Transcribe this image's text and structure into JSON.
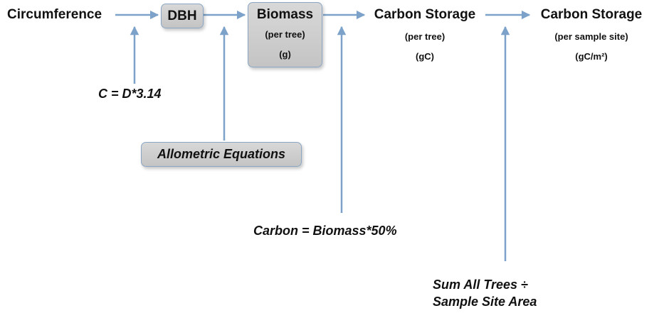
{
  "diagram": {
    "nodes": {
      "circumference": {
        "label": "Circumference"
      },
      "dbh": {
        "label": "DBH"
      },
      "biomass": {
        "label": "Biomass",
        "sub1": "(per tree)",
        "sub2": "(g)"
      },
      "carbon_tree": {
        "label": "Carbon Storage",
        "sub1": "(per tree)",
        "sub2": "(gC)"
      },
      "carbon_site": {
        "label": "Carbon Storage",
        "sub1": "(per sample site)",
        "sub2": "(gC/m²)"
      }
    },
    "equations": {
      "circumference_eq": "C = D*3.14",
      "allometric": "Allometric Equations",
      "carbon_eq": "Carbon = Biomass*50%",
      "sum_line1": "Sum All Trees ÷",
      "sum_line2": "Sample Site Area"
    },
    "colors": {
      "arrow": "#7da2c9",
      "box_fill": "#cfcfcf",
      "box_border": "#8aa6c4"
    }
  }
}
